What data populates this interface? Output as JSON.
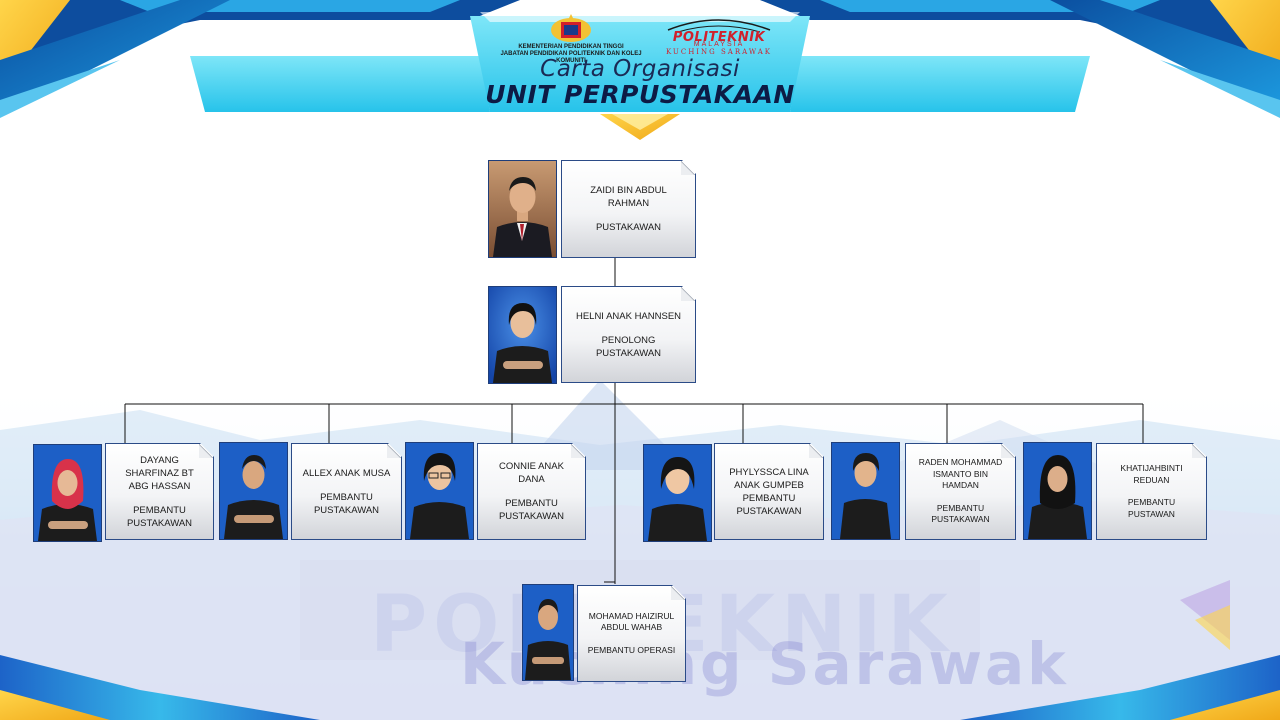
{
  "header": {
    "ministry": "KEMENTERIAN PENDIDIKAN TINGGI",
    "department": "JABATAN PENDIDIKAN POLITEKNIK DAN KOLEJ KOMUNITI",
    "institution_brand": "POLITEKNIK",
    "institution_country": "MALAYSIA",
    "institution_campus": "KUCHING SARAWAK",
    "title": "Carta Organisasi",
    "subtitle": "UNIT PERPUSTAKAAN"
  },
  "watermark": {
    "line1": "POLITEKNIK",
    "line2": "Kuching Sarawak"
  },
  "org": {
    "head": {
      "name": "ZAIDI BIN ABDUL RAHMAN",
      "title": "PUSTAKAWAN"
    },
    "assistant": {
      "name": "HELNI ANAK HANNSEN",
      "title": "PENOLONG PUSTAKAWAN"
    },
    "staff": [
      {
        "name": "DAYANG SHARFINAZ BT ABG HASSAN",
        "title": "PEMBANTU PUSTAKAWAN"
      },
      {
        "name": "ALLEX ANAK MUSA",
        "title": "PEMBANTU PUSTAKAWAN"
      },
      {
        "name": "CONNIE ANAK DANA",
        "title": "PEMBANTU PUSTAKAWAN"
      },
      {
        "name": "PHYLYSSCA LINA ANAK GUMPEB",
        "title": "PEMBANTU PUSTAKAWAN"
      },
      {
        "name": "RADEN MOHAMMAD ISMANTO BIN HAMDAN",
        "title": "PEMBANTU PUSTAKAWAN"
      },
      {
        "name": "KHATIJAHBINTI REDUAN",
        "title": "PEMBANTU PUSTAWAN"
      }
    ],
    "operations": {
      "name": "MOHAMAD HAIZIRUL ABDUL WAHAB",
      "title": "PEMBANTU OPERASI"
    }
  },
  "colors": {
    "accent_blue": "#1a8fd8",
    "accent_cyan": "#4fd3ef",
    "accent_yellow": "#f6c02a",
    "navy": "#0d1b45",
    "brand_red": "#d0202c",
    "photo_backdrop": "#1f63c9"
  }
}
